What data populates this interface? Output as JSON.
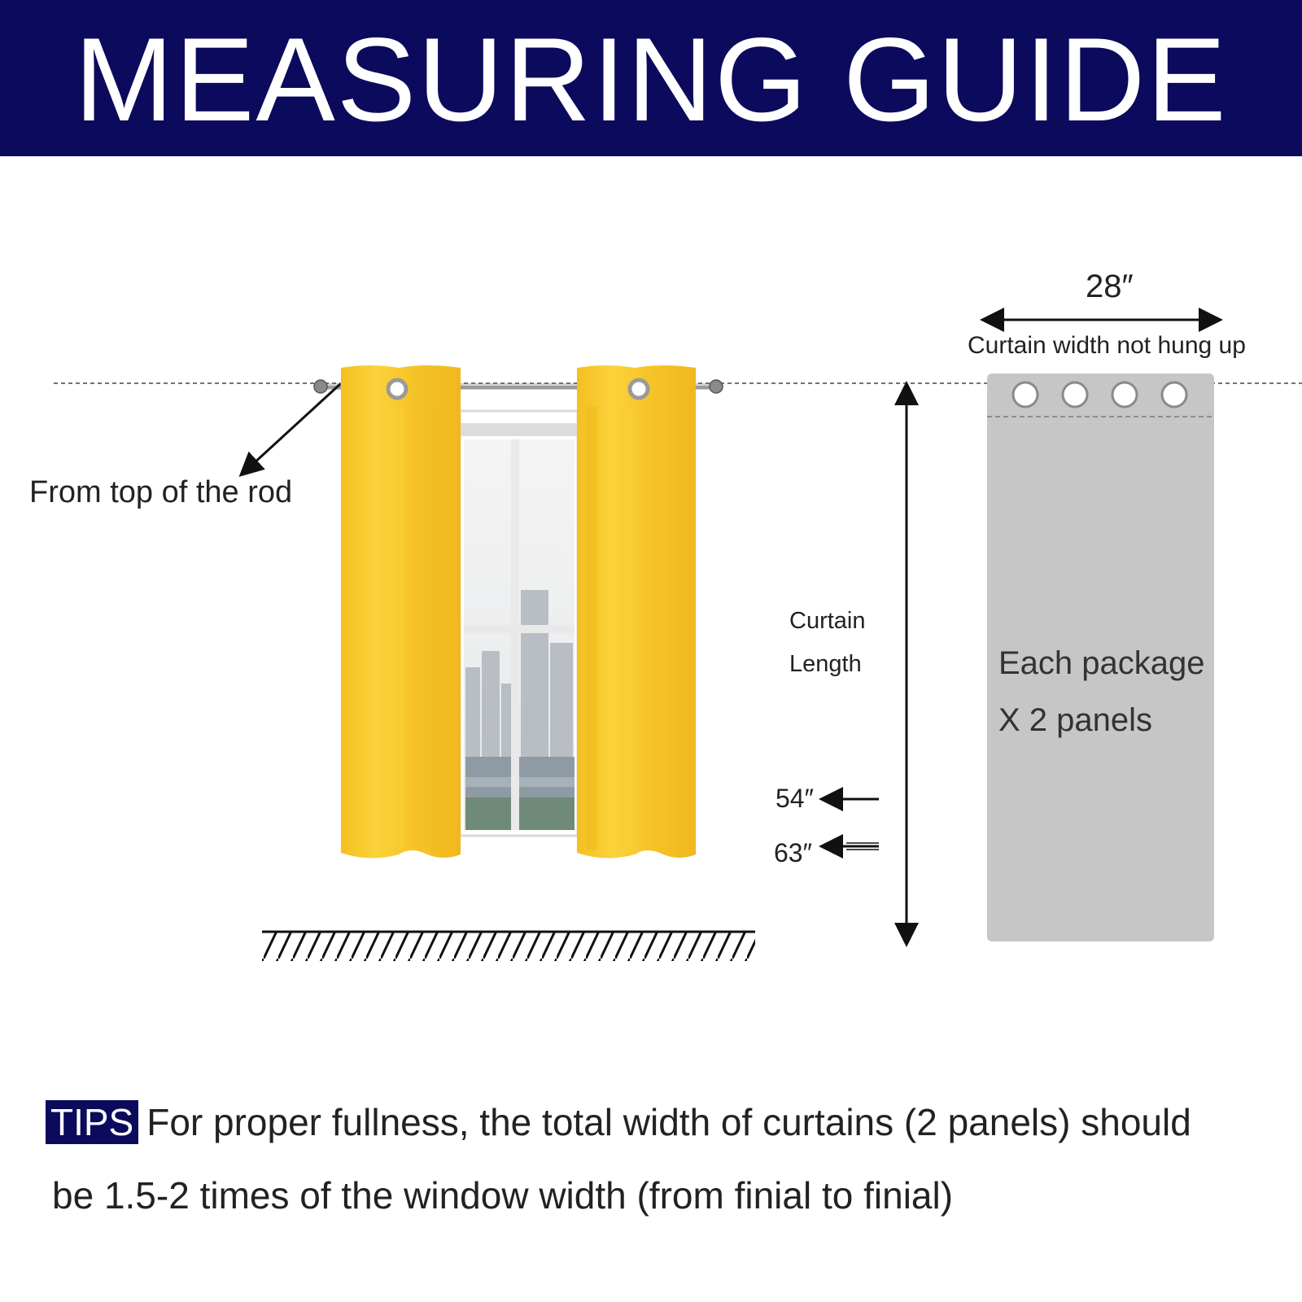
{
  "header": {
    "title": "MEASURING GUIDE"
  },
  "labels": {
    "rod_top": "From top of the rod",
    "width_value": "28″",
    "width_note": "Curtain width not hung up",
    "length_line1": "Curtain",
    "length_line2": "Length",
    "length_54": "54″",
    "length_63": "63″",
    "package_line1": "Each package",
    "package_line2": "X 2 panels"
  },
  "tips": {
    "badge": "TIPS",
    "line1": "For proper fullness, the total width of curtains (2 panels) should",
    "line2": "be 1.5-2 times of the window width (from finial to finial)"
  },
  "colors": {
    "header_bg": "#0b0a5c",
    "curtain": "#f7c52a",
    "panel": "#c6c6c6"
  }
}
